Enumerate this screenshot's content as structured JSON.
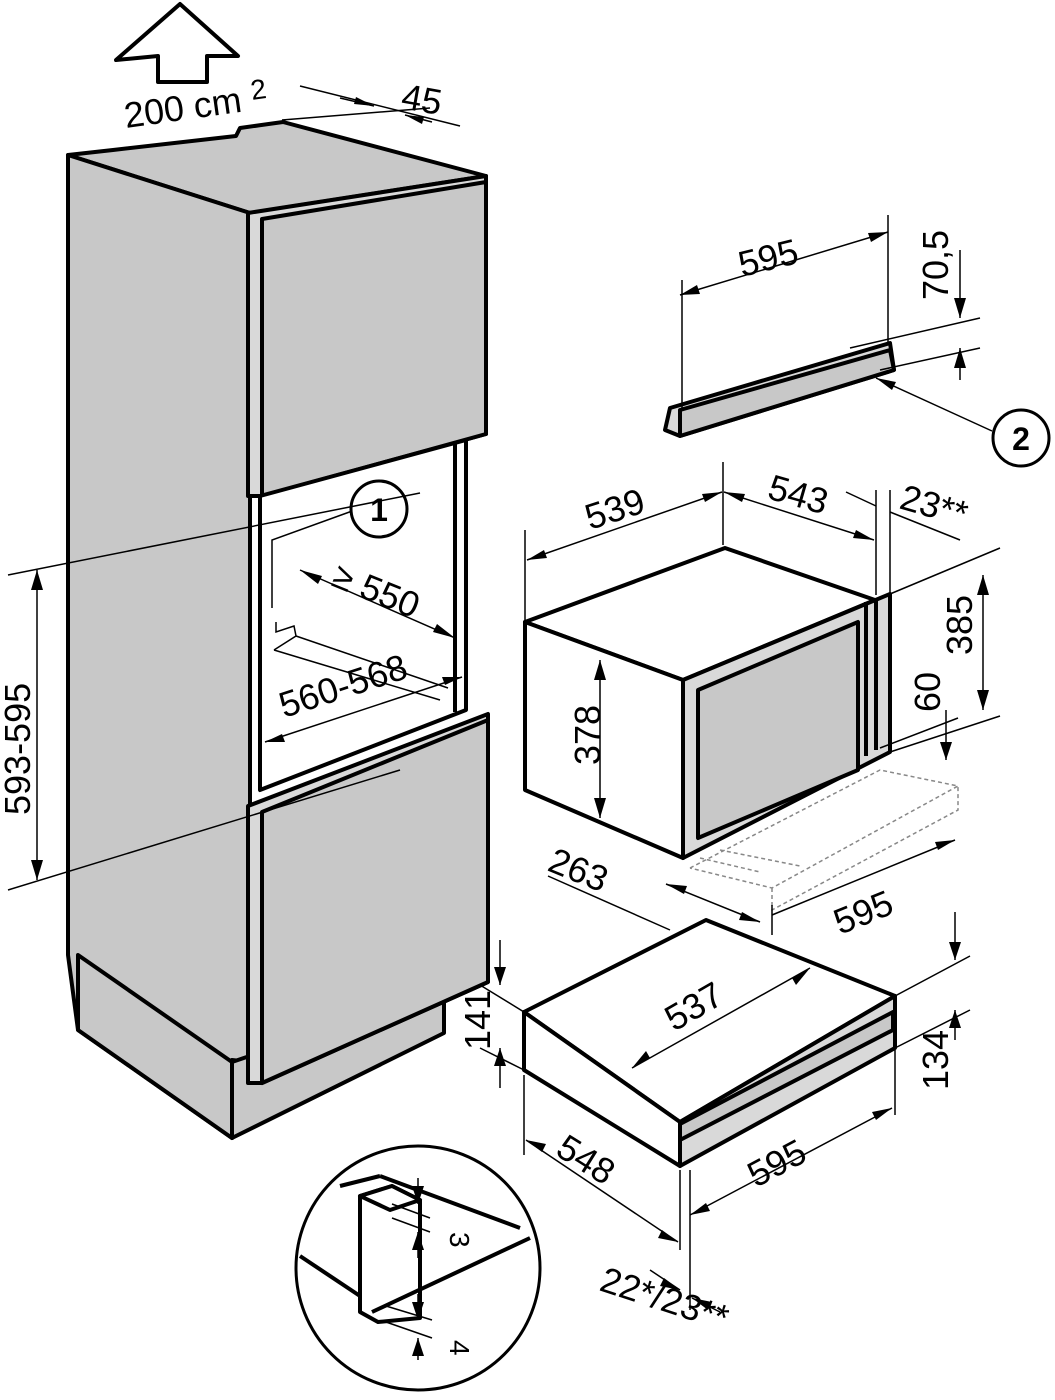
{
  "labels": {
    "ventilation": "200 cm",
    "ventilation_sup": "2",
    "gap_top": "45",
    "niche_height": "593-595",
    "niche_depth": "≥ 550",
    "niche_width": "560-568",
    "marker_1": "1",
    "marker_2": "2",
    "strip_width": "595",
    "strip_height": "70,5",
    "appliance_depth": "539",
    "appliance_body_width": "543",
    "front_depth_top": "23**",
    "appliance_height": "385",
    "inner_height": "378",
    "offset_60": "60",
    "drawer_depth_263": "263",
    "drawer_width_595": "595",
    "drawer_inner_537": "537",
    "drawer_height_141": "141",
    "drawer_height_134": "134",
    "drawer_depth_548": "548",
    "drawer_front_595": "595",
    "front_thickness": "22*/23**",
    "detail_gap_3": "3",
    "detail_gap_4": "4"
  }
}
